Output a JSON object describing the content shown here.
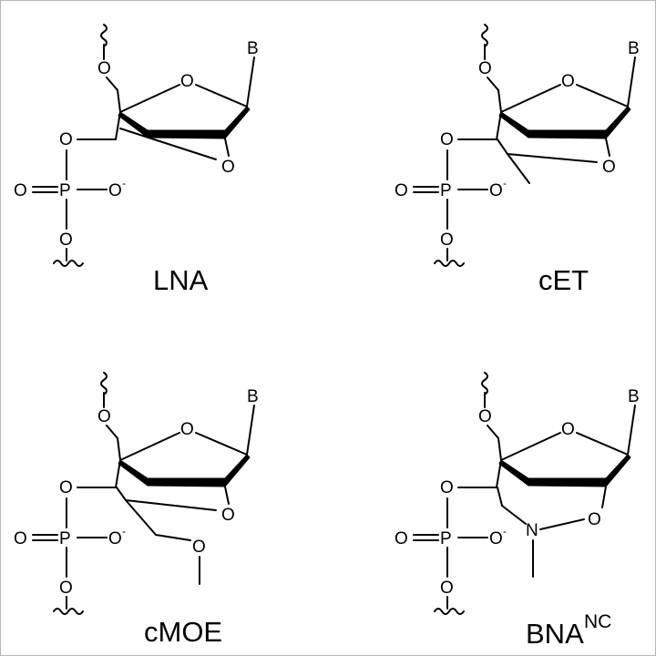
{
  "atoms": {
    "oxygen": "O",
    "phosphorus": "P",
    "nitrogen": "N",
    "base": "B",
    "charge": "-"
  },
  "structures": [
    {
      "key": "lna",
      "caption": "LNA",
      "caption_sup": ""
    },
    {
      "key": "cet",
      "caption": "cET",
      "caption_sup": ""
    },
    {
      "key": "cmoe",
      "caption": "cMOE",
      "caption_sup": ""
    },
    {
      "key": "bnanc",
      "caption": "BNA",
      "caption_sup": "NC"
    }
  ]
}
